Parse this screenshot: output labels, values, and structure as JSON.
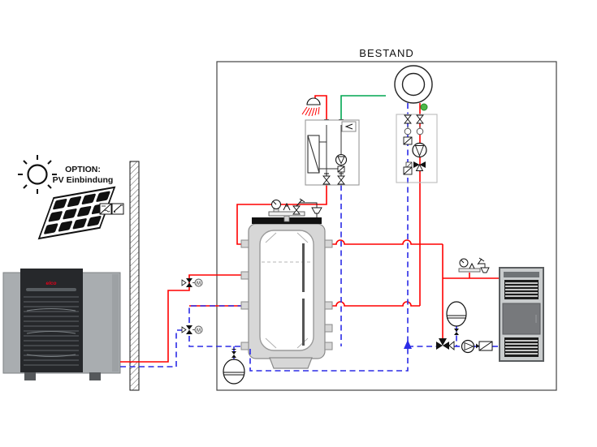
{
  "labels": {
    "existing_area": "BESTAND",
    "pv_option_line1": "OPTION:",
    "pv_option_line2": "PV Einbindung",
    "heat_pump_brand": "elco",
    "motor_valve": "M"
  },
  "colors": {
    "supply_line": "#ff0000",
    "return_line": "#2b2be6",
    "cold_water_line": "#00a651",
    "sensor_dot": "#4cb848",
    "brand_red": "#e2001a",
    "tank_insulation": "#d7d7d7",
    "heat_pump_panel": "#26282b",
    "heat_pump_body": "#a9adb0"
  }
}
